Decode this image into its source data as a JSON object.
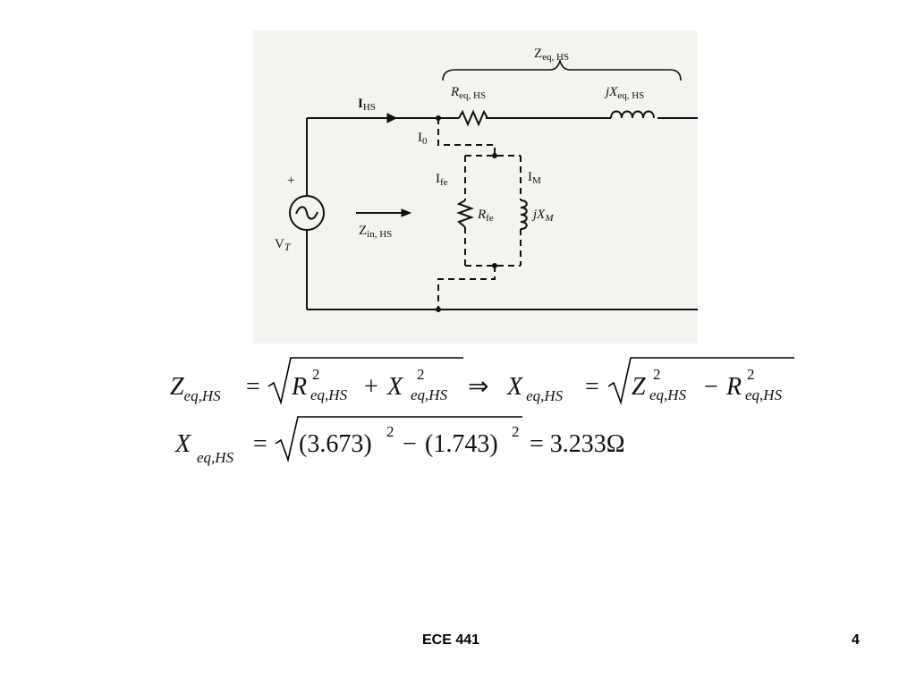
{
  "slide": {
    "footer_course": "ECE 441",
    "page_number": "4"
  },
  "circuit": {
    "source_plus": "+",
    "source_label_main": "V",
    "source_label_sub": "T",
    "current_hs_main": "I",
    "current_hs_sub": "HS",
    "current_0_main": "I",
    "current_0_sub": "0",
    "current_fe_main": "I",
    "current_fe_sub": "fe",
    "current_m_main": "I",
    "current_m_sub": "M",
    "r_eq_main": "R",
    "r_eq_sub": "eq, HS",
    "x_eq_prefix": "j",
    "x_eq_main": "X",
    "x_eq_sub": "eq, HS",
    "z_eq_main": "Z",
    "z_eq_sub": "eq, HS",
    "r_fe_main": "R",
    "r_fe_sub": "fe",
    "x_m_prefix": "j",
    "x_m_main": "X",
    "x_m_sub": "M",
    "z_in_main": "Z",
    "z_in_sub": "in, HS"
  },
  "equations": {
    "line1": {
      "lhs_main": "Z",
      "lhs_sub": "eq,HS",
      "equals": "=",
      "r_main": "R",
      "r_sub": "eq,HS",
      "r_sup": "2",
      "plus": "+",
      "x_main": "X",
      "x_sub": "eq,HS",
      "x_sup": "2",
      "implies": "⇒",
      "rhs_lhs_main": "X",
      "rhs_lhs_sub": "eq,HS",
      "rhs_equals": "=",
      "z_main": "Z",
      "z_sub": "eq,HS",
      "z_sup": "2",
      "minus": "−",
      "r2_main": "R",
      "r2_sub": "eq,HS",
      "r2_sup": "2"
    },
    "line2": {
      "lhs_main": "X",
      "lhs_sub": "eq,HS",
      "equals": "=",
      "term1": "(3.673)",
      "term1_sup": "2",
      "minus": "−",
      "term2": "(1.743)",
      "term2_sup": "2",
      "result": "= 3.233Ω"
    }
  }
}
